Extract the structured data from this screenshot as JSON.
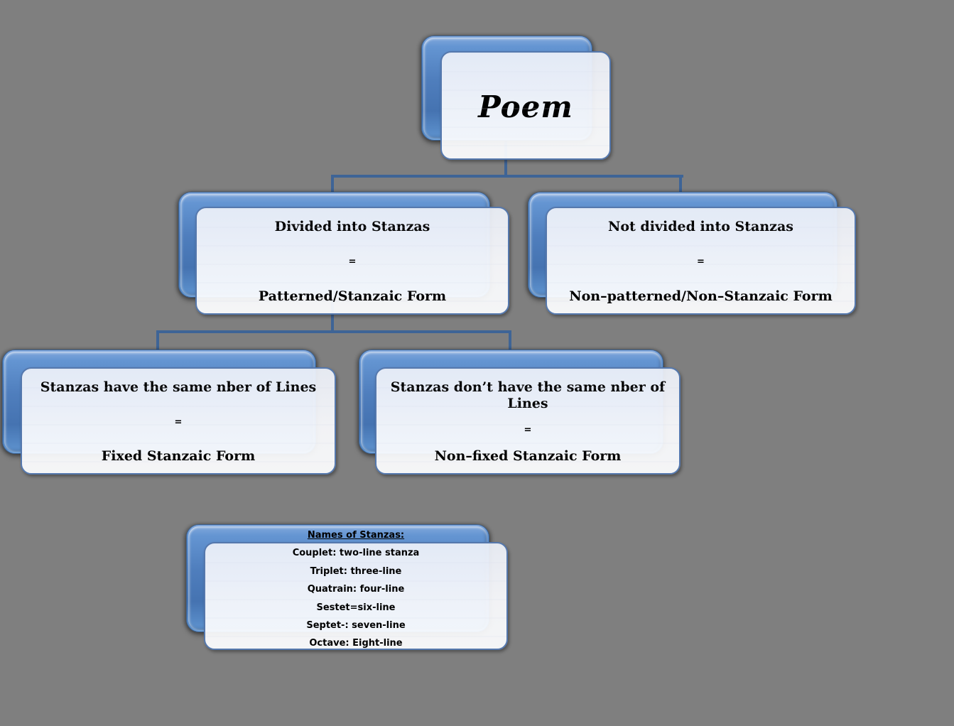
{
  "diagram": {
    "description": "Poem stanza-form classification tree",
    "colors": {
      "background": "#7F7F7F",
      "shadow_box_blue": "#4F7EBD",
      "front_box_fill": "#F4F6FC",
      "front_box_border": "#5578AD",
      "connector": "#3E6496",
      "text": "#000000"
    },
    "nodes": {
      "root": {
        "title": "Poem"
      },
      "divided": {
        "line1": "Divided into Stanzas",
        "equals": "=",
        "line2": "Patterned/Stanzaic Form"
      },
      "not_divided": {
        "line1": "Not divided into Stanzas",
        "equals": "=",
        "line2": "Non–patterned/Non–Stanzaic Form"
      },
      "fixed": {
        "line1": "Stanzas have the same nber of Lines",
        "equals": "=",
        "line2": "Fixed Stanzaic Form"
      },
      "non_fixed": {
        "line1": "Stanzas don’t have the same nber of Lines",
        "equals": "=",
        "line2": "Non–fixed Stanzaic Form"
      },
      "names": {
        "title": "Names of Stanzas:",
        "items": [
          "Couplet: two-line stanza",
          "Triplet: three-line",
          "Quatrain: four-line",
          "Sestet=six-line",
          "Septet-: seven-line",
          "Octave: Eight-line"
        ]
      }
    }
  }
}
